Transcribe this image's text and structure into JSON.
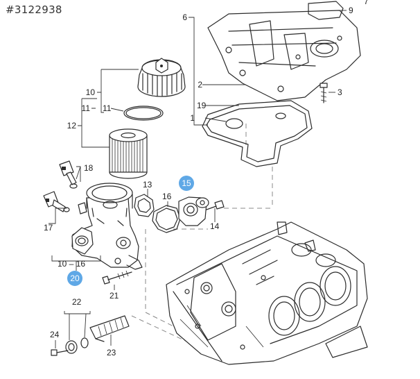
{
  "diagram": {
    "id_label": "#3122938",
    "callouts": [
      {
        "label": "1"
      },
      {
        "label": "2"
      },
      {
        "label": "3"
      },
      {
        "label": "6"
      },
      {
        "label": "7"
      },
      {
        "label": "9"
      },
      {
        "label": "10"
      },
      {
        "label": "11"
      },
      {
        "label": "11"
      },
      {
        "label": "12"
      },
      {
        "label": "13"
      },
      {
        "label": "14"
      },
      {
        "label": "16"
      },
      {
        "label": "17"
      },
      {
        "label": "18"
      },
      {
        "label": "19"
      },
      {
        "label": "21"
      },
      {
        "label": "22"
      },
      {
        "label": "23"
      },
      {
        "label": "24"
      },
      {
        "label": "10 – 16"
      }
    ],
    "hotspots": [
      {
        "label": "15",
        "color": "#5fa8e6"
      },
      {
        "label": "20",
        "color": "#5fa8e6"
      }
    ]
  }
}
